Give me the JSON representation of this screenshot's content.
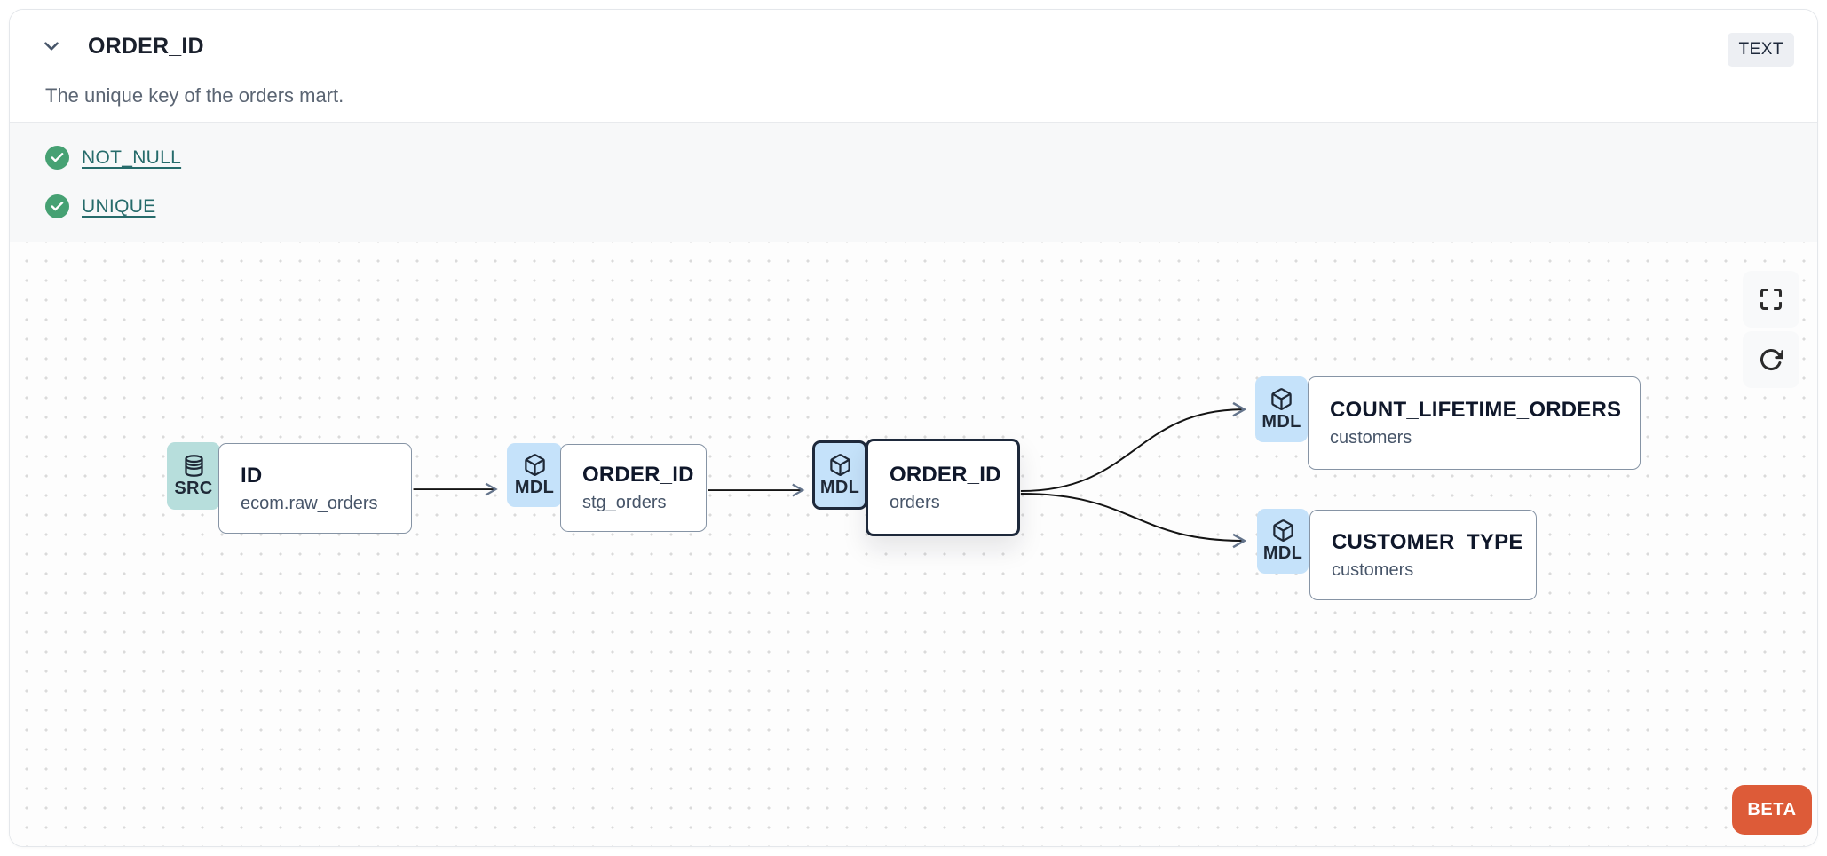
{
  "header": {
    "title": "ORDER_ID",
    "type_badge": "TEXT",
    "description": "The unique key of the orders mart."
  },
  "tests": [
    {
      "label": "NOT_NULL",
      "status": "pass"
    },
    {
      "label": "UNIQUE",
      "status": "pass"
    }
  ],
  "lineage": {
    "beta_label": "BETA",
    "nodes": [
      {
        "id": "source",
        "badge": "SRC",
        "icon": "database-icon",
        "title": "ID",
        "subtitle": "ecom.raw_orders",
        "selected": false
      },
      {
        "id": "staging",
        "badge": "MDL",
        "icon": "cube-icon",
        "title": "ORDER_ID",
        "subtitle": "stg_orders",
        "selected": false
      },
      {
        "id": "mart",
        "badge": "MDL",
        "icon": "cube-icon",
        "title": "ORDER_ID",
        "subtitle": "orders",
        "selected": true
      },
      {
        "id": "count_lifetime_orders",
        "badge": "MDL",
        "icon": "cube-icon",
        "title": "COUNT_LIFETIME_ORDERS",
        "subtitle": "customers",
        "selected": false
      },
      {
        "id": "customer_type",
        "badge": "MDL",
        "icon": "cube-icon",
        "title": "CUSTOMER_TYPE",
        "subtitle": "customers",
        "selected": false
      }
    ],
    "edges": [
      {
        "from": "source",
        "to": "staging"
      },
      {
        "from": "staging",
        "to": "mart"
      },
      {
        "from": "mart",
        "to": "count_lifetime_orders"
      },
      {
        "from": "mart",
        "to": "customer_type"
      }
    ]
  },
  "colors": {
    "accent_orange": "#dd5b38",
    "test_pass_green": "#46a173",
    "link_teal": "#266b6b",
    "badge_src_bg": "#b7dedc",
    "badge_mdl_bg": "#c5e2fa",
    "selected_border": "#1e293b",
    "section_bg": "#f7f8f9"
  }
}
